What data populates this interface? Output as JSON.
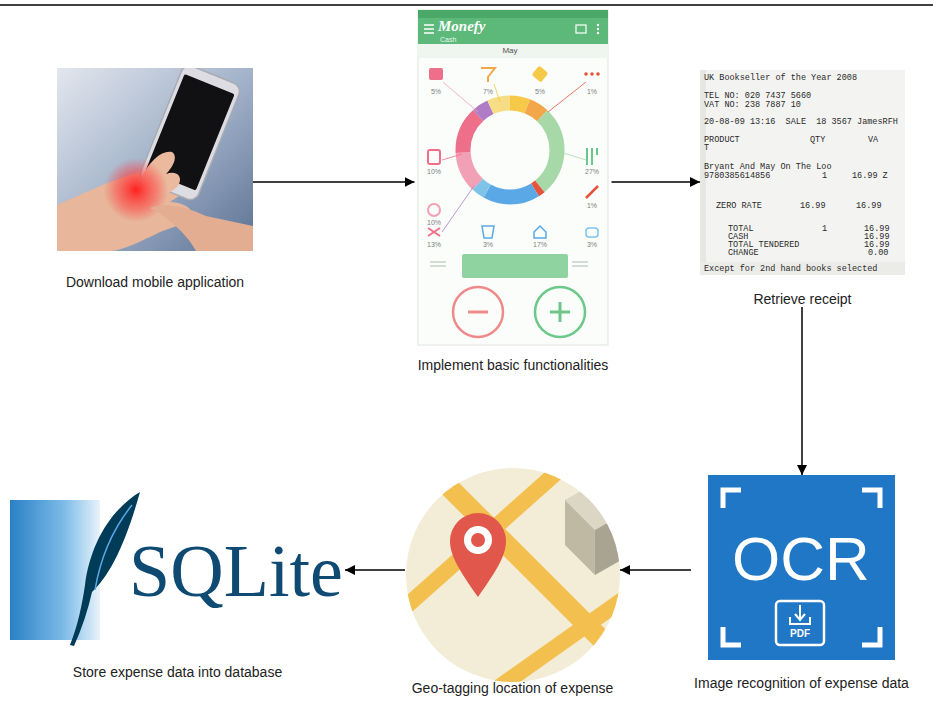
{
  "diagram": {
    "nodes": [
      {
        "text": [
          "Download mobile application"
        ]
      },
      {
        "text": [
          "Implement basic functionalities"
        ]
      },
      {
        "text": [
          "Retrieve receipt"
        ]
      },
      {
        "text": [
          "Image recognition of expense data"
        ]
      },
      {
        "text": [
          "Geo-tagging location of expense"
        ]
      },
      {
        "text": [
          "Store expense data into database"
        ]
      }
    ],
    "edges": [
      {
        "from": 0,
        "to": 1,
        "arrow": "to"
      },
      {
        "from": 1,
        "to": 2,
        "arrow": "to"
      },
      {
        "from": 2,
        "to": 3,
        "arrow": "to"
      },
      {
        "from": 3,
        "to": 4,
        "arrow": "to"
      },
      {
        "from": 4,
        "to": 5,
        "arrow": "to"
      }
    ],
    "labels": [
      "Monefy",
      "Cash",
      "May",
      "5%",
      "7%",
      "5%",
      "1%",
      "10%",
      "27%",
      "10%",
      "1%",
      "13%",
      "3%",
      "17%",
      "3%",
      "UK Bookseller of the Year 2008",
      "TEL NO: 020 7437 5660",
      "VAT NO: 238 7887 10",
      "20-08-09 13:16  SALE  18 3567 JamesRFH",
      "PRODUCT",
      "QTY",
      "VA",
      "T",
      "Bryant And May On The Loo",
      "9780385614856",
      "1",
      "16.99 Z",
      "ZERO RATE",
      "16.99",
      "16.99",
      "TOTAL",
      "1",
      "16.99",
      "CASH",
      "16.99",
      "TOTAL TENDERED",
      "16.99",
      "CHANGE",
      "0.00",
      "Except for 2nd hand books selected",
      "OCR",
      "PDF",
      "SQLite"
    ]
  }
}
